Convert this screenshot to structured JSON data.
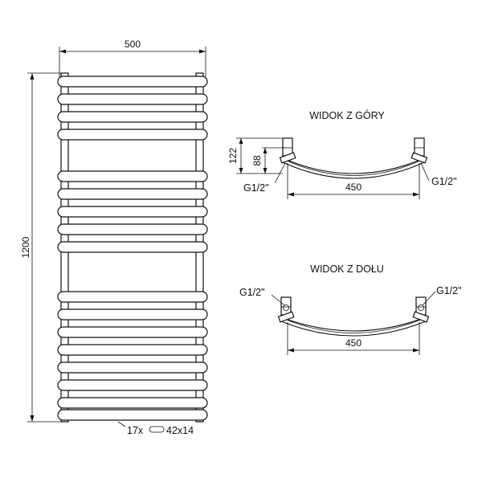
{
  "front_view": {
    "width_label": "500",
    "height_label": "1200",
    "tube_note": {
      "count": "17x",
      "size": "42x14"
    }
  },
  "top_view": {
    "title": "WIDOK Z GÓRY",
    "dim_122": "122",
    "dim_88": "88",
    "span": "450",
    "connector_left": "G1/2\"",
    "connector_right": "G1/2\""
  },
  "bottom_view": {
    "title": "WIDOK Z DOŁU",
    "span": "450",
    "connector_left": "G1/2\"",
    "connector_right": "G1/2\""
  }
}
